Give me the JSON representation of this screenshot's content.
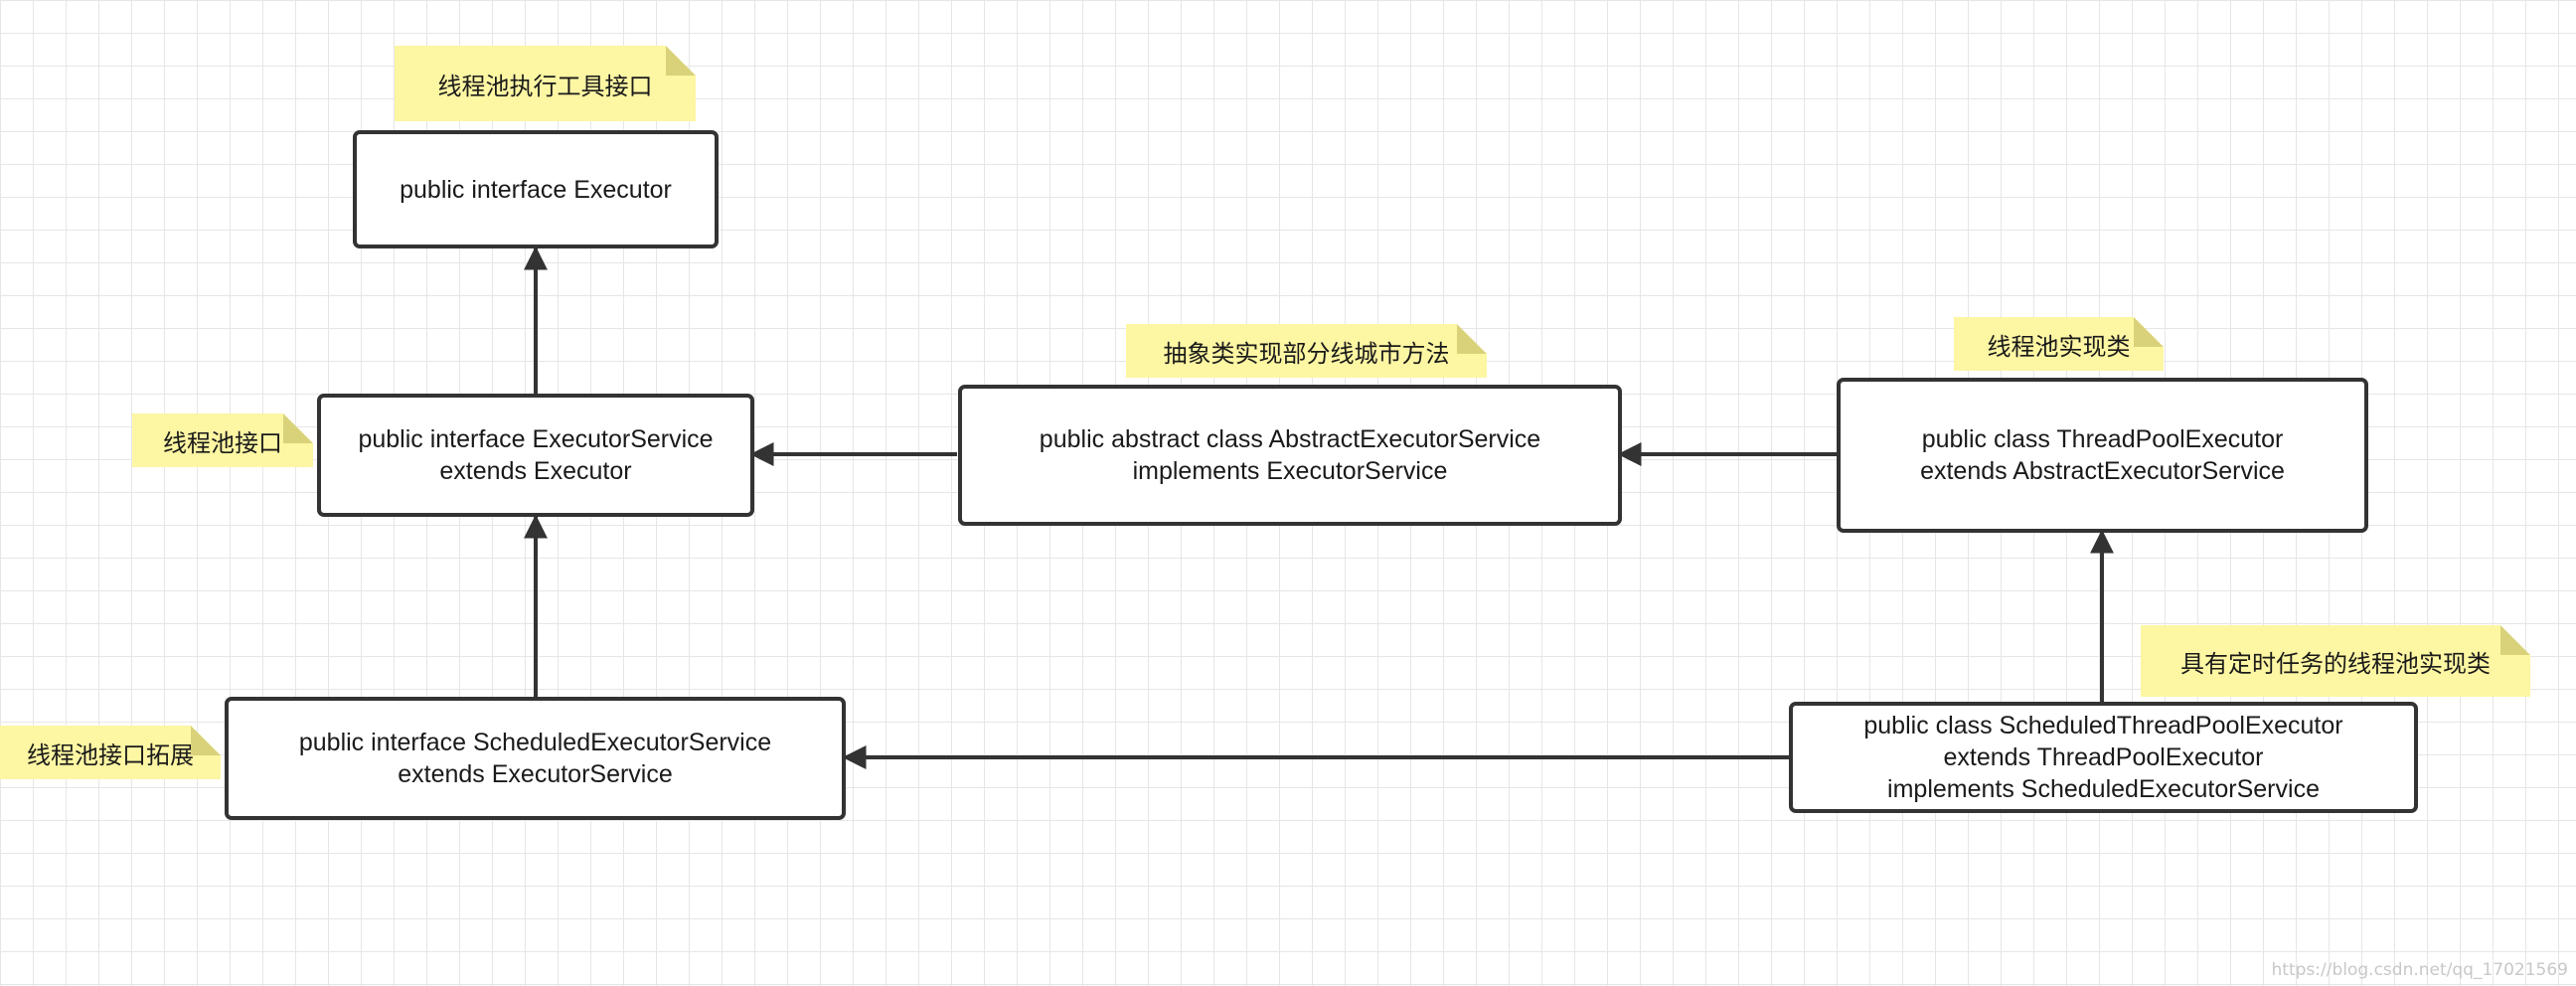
{
  "nodes": {
    "executor": {
      "lines": [
        "public interface Executor"
      ]
    },
    "executor_service": {
      "lines": [
        "public interface ExecutorService",
        "extends Executor"
      ]
    },
    "abstract_executor_service": {
      "lines": [
        "public abstract class AbstractExecutorService",
        "implements ExecutorService"
      ]
    },
    "thread_pool_executor": {
      "lines": [
        "public class ThreadPoolExecutor",
        "extends AbstractExecutorService"
      ]
    },
    "scheduled_executor_service": {
      "lines": [
        "public interface ScheduledExecutorService",
        "extends ExecutorService"
      ]
    },
    "scheduled_thread_pool_executor": {
      "lines": [
        "public class ScheduledThreadPoolExecutor",
        "extends ThreadPoolExecutor",
        "implements ScheduledExecutorService"
      ]
    }
  },
  "notes": {
    "executor": "线程池执行工具接口",
    "executor_service": "线程池接口",
    "abstract_executor_service": "抽象类实现部分线城市方法",
    "thread_pool_executor": "线程池实现类",
    "scheduled_executor_service": "线程池接口拓展",
    "scheduled_thread_pool_executor": "具有定时任务的线程池实现类"
  },
  "watermark": "https://blog.csdn.net/qq_17021569",
  "colors": {
    "note_fill": "#fdf6a3",
    "node_border": "#333333",
    "arrow": "#333333",
    "grid": "#e6e6e6"
  }
}
